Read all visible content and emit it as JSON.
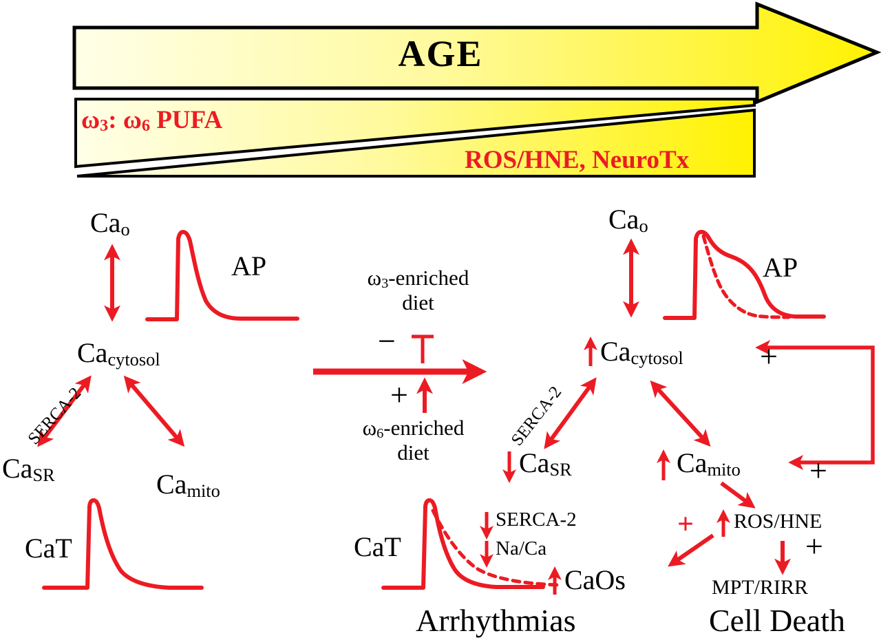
{
  "colors": {
    "red": "#EC1B23",
    "yellow": "#FFF200",
    "pale_yellow": "#FFFFE8",
    "black": "#000000"
  },
  "banner": {
    "age": "AGE",
    "pufa": {
      "p1": "ω",
      "s1": "3",
      "p2": ": ω",
      "s2": "6",
      "p3": " PUFA"
    },
    "ros": "ROS/HNE, NeuroTx"
  },
  "young": {
    "ca_o": {
      "base": "Ca",
      "sub": "o"
    },
    "ap": "AP",
    "ca_cytosol": {
      "base": "Ca",
      "sub": "cytosol"
    },
    "serca": "SERCA-2",
    "ca_sr": {
      "base": "Ca",
      "sub": "SR"
    },
    "ca_mito": {
      "base": "Ca",
      "sub": "mito"
    },
    "cat": "CaT"
  },
  "diet": {
    "omega3": {
      "p1": "ω",
      "s1": "3",
      "p2": "-enriched"
    },
    "omega3_line2": "diet",
    "minus": "−",
    "plus": "+",
    "omega6": {
      "p1": "ω",
      "s1": "6",
      "p2": "-enriched"
    },
    "omega6_line2": "diet"
  },
  "aged": {
    "ca_o": {
      "base": "Ca",
      "sub": "o"
    },
    "ap": "AP",
    "ca_cytosol": {
      "base": "Ca",
      "sub": "cytosol"
    },
    "serca": "SERCA-2",
    "ca_sr": {
      "base": "Ca",
      "sub": "SR"
    },
    "ca_mito": {
      "base": "Ca",
      "sub": "mito"
    },
    "cat": "CaT",
    "plus_cytosol": "+",
    "plus_mito": "+",
    "plus_mpt": "+",
    "plus_caos": "+",
    "ros_hne": "ROS/HNE",
    "mpt_rirr": "MPT/RIRR",
    "caos": "CaOs",
    "serca_down": "SERCA-2",
    "naca_down": "Na/Ca",
    "arrhythmias": "Arrhythmias",
    "cell_death": "Cell Death"
  }
}
